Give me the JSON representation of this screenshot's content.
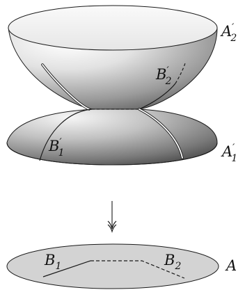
{
  "labels": {
    "a2_prime": {
      "base": "A",
      "prime": "′",
      "sub": "2"
    },
    "b2_prime": {
      "base": "B",
      "prime": "′",
      "sub": "2"
    },
    "b1_prime": {
      "base": "B",
      "prime": "′",
      "sub": "1"
    },
    "a1_prime": {
      "base": "A",
      "prime": "′",
      "sub": "1"
    },
    "b1": {
      "base": "B",
      "sub": "1"
    },
    "b2": {
      "base": "B",
      "sub": "2"
    },
    "a": {
      "base": "A"
    }
  },
  "colors": {
    "stroke": "#1a1a1a",
    "disk_fill": "#d4d4d4",
    "bowl_light": "#fbfbfb",
    "bowl_dark": "#5a5a5a",
    "rim_top": "#f4f4f4",
    "curve_white": "#ffffff"
  },
  "icons": {
    "projection_arrow": "down-arrow-icon"
  }
}
